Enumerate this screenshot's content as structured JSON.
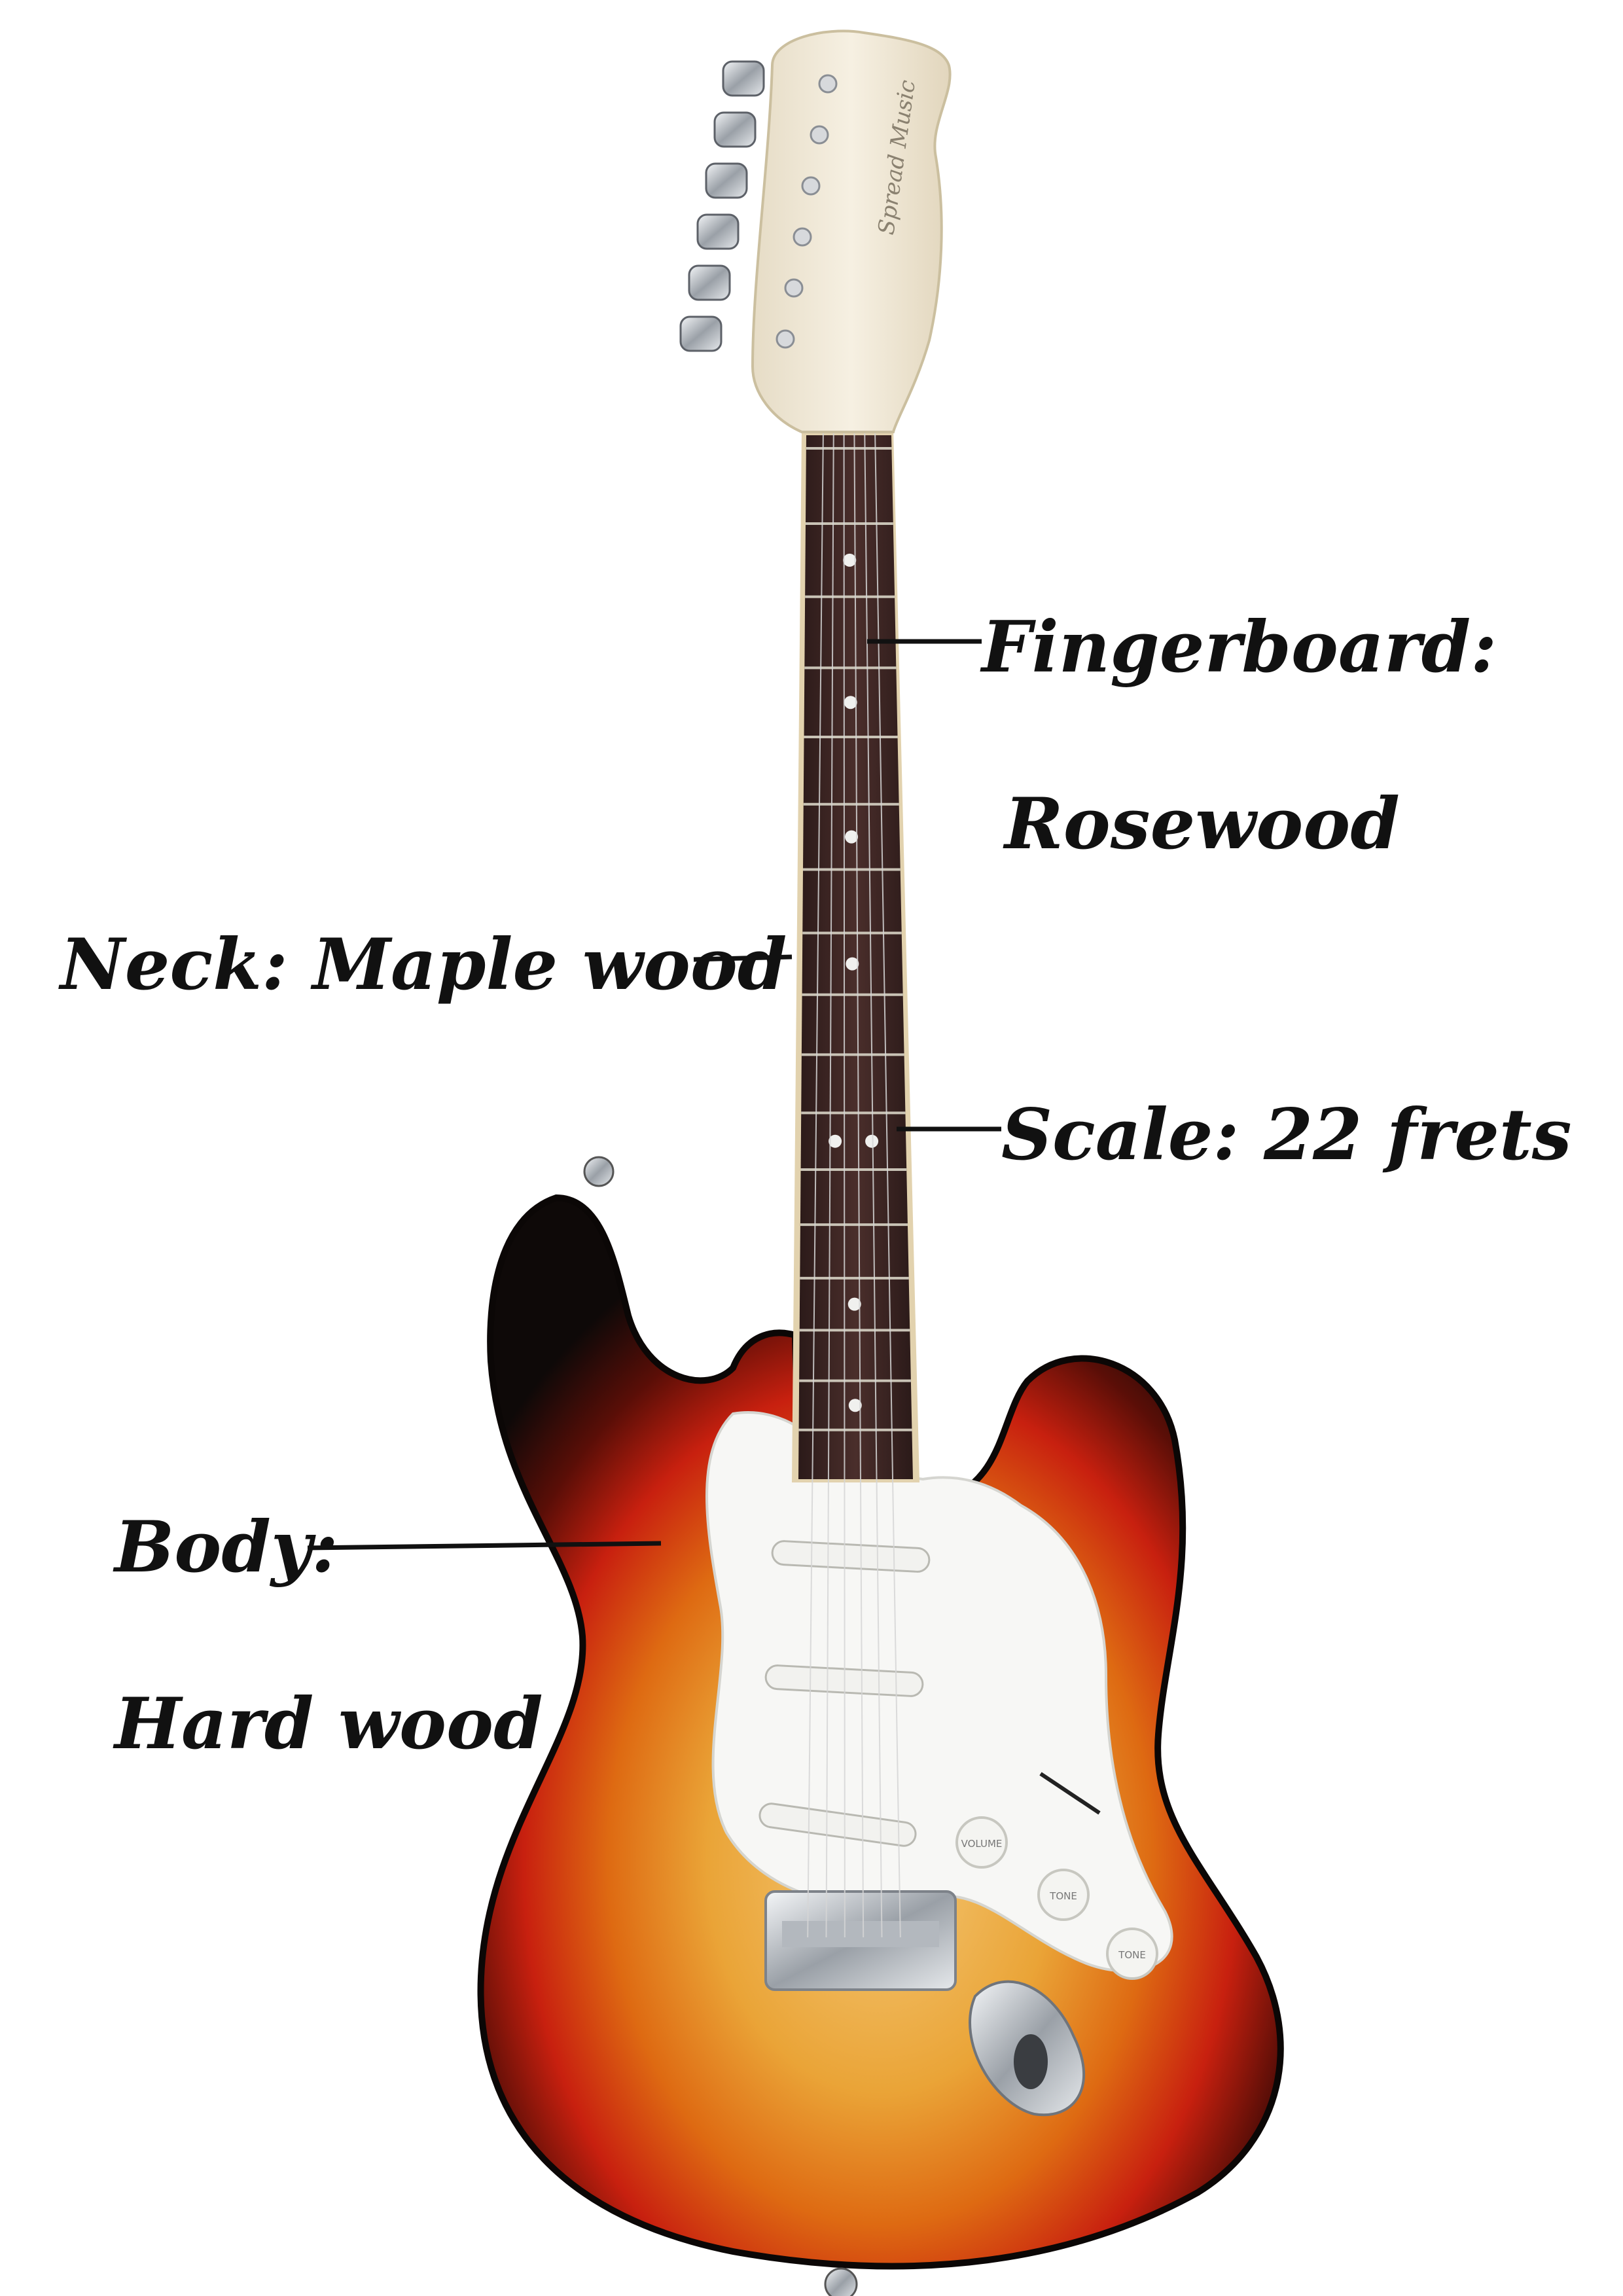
{
  "colors": {
    "background": "#ffffff",
    "label_text": "#111111",
    "body_edge": "#111111",
    "body_red": "#c8200f",
    "body_orange": "#e8901e",
    "body_center": "#f2c36a",
    "pickguard": "#f7f7f5",
    "fingerboard": "#3a2422",
    "headstock": "#efe7d6",
    "chrome": "#c9ccd1"
  },
  "headstock": {
    "brand": "Spread Music"
  },
  "knobs": {
    "volume": "VOLUME",
    "tone": "TONE"
  },
  "labels": {
    "fingerboard_title": "Fingerboard:",
    "fingerboard_value": "Rosewood",
    "neck": "Neck: Maple wood",
    "scale": "Scale: 22 frets",
    "body_title": "Body:",
    "body_value": "Hard wood"
  }
}
